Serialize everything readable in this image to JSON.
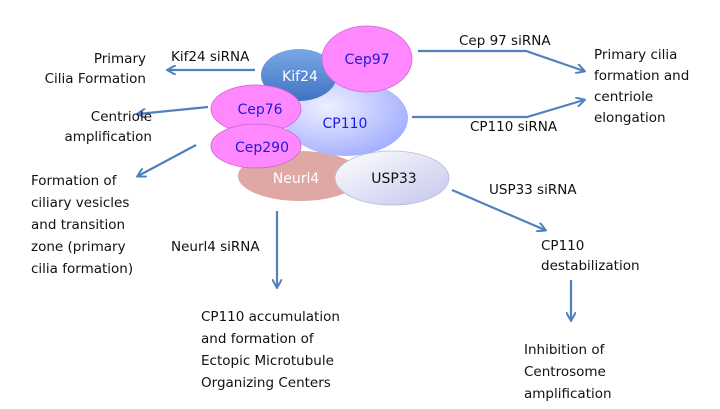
{
  "colors": {
    "arrow": "#4f81bd",
    "pink": "#ff88ff",
    "kif24": "#5b8fd6",
    "cp110": "#aab4ff",
    "neurl4": "#e0a8a4",
    "usp33": "#dcdcf4",
    "node_text_blue": "#1a1adb",
    "node_text_white": "#ffffff",
    "node_text_black": "#111111"
  },
  "proteins": {
    "cep97": "Cep97",
    "kif24": "Kif24",
    "cep76": "Cep76",
    "cp110": "CP110",
    "cep290": "Cep290",
    "neurl4": "Neurl4",
    "usp33": "USP33"
  },
  "sirna_labels": {
    "kif24": "Kif24 siRNA",
    "cep97": "Cep 97 siRNA",
    "cp110": "CP110 siRNA",
    "usp33": "USP33 siRNA",
    "neurl4": "Neurl4 siRNA"
  },
  "outcomes": {
    "primary_cilia_formation": "Primary\nCilia Formation",
    "centriole_amplification": "Centriole\namplification",
    "ciliary_vesicles": "Formation of\nciliary vesicles\nand transition\nzone (primary\ncilia formation)",
    "primary_cilia_elongation": "Primary cilia\nformation and\ncentriole\nelongation",
    "cp110_destabilization": "CP110\ndestabilization",
    "inhibition_centrosome": "Inhibition of\nCentrosome\namplification",
    "cp110_accumulation": "CP110 accumulation\nand formation of\nEctopic Microtubule\nOrganizing Centers"
  }
}
